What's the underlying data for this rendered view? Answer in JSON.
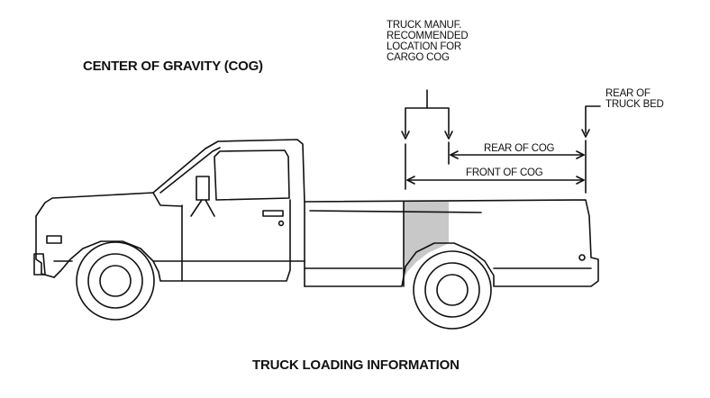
{
  "title": "CENTER OF GRAVITY (COG)",
  "caption": "TRUCK LOADING INFORMATION",
  "labels": {
    "manuf_line1": "TRUCK MANUF.",
    "manuf_line2": "RECOMMENDED",
    "manuf_line3": "LOCATION FOR",
    "manuf_line4": "CARGO COG",
    "rear_bed_line1": "REAR OF",
    "rear_bed_line2": "TRUCK BED",
    "rear_of_cog": "REAR OF COG",
    "front_of_cog": "FRONT OF COG"
  },
  "colors": {
    "line": "#111111",
    "cog_zone": "#c8c8c8",
    "background": "#ffffff"
  }
}
